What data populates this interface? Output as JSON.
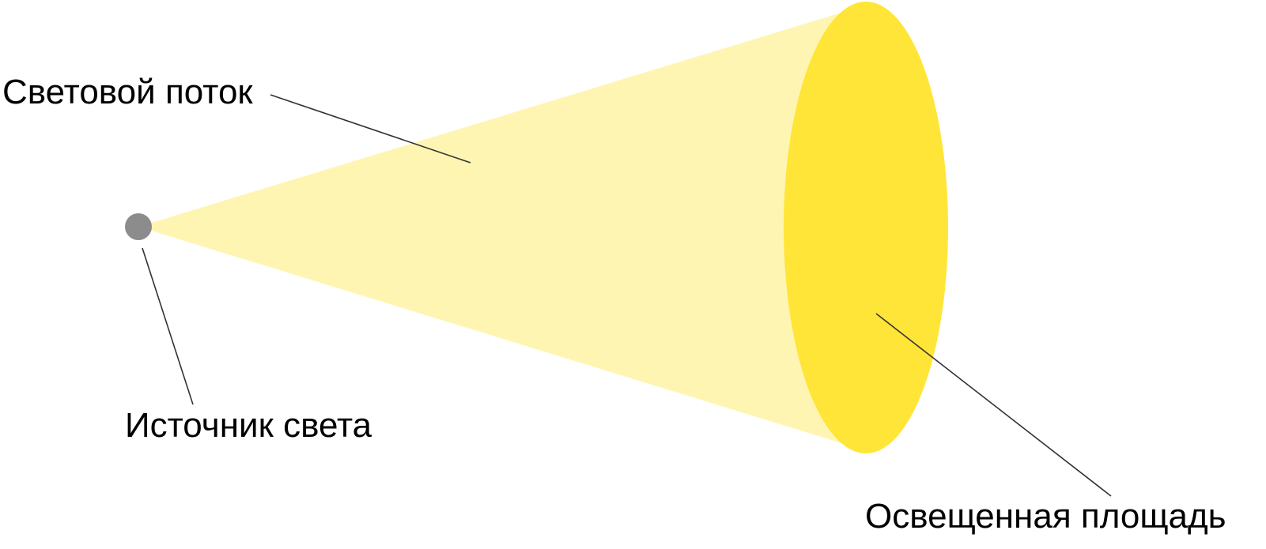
{
  "diagram": {
    "labels": {
      "luminous_flux": "Световой поток",
      "light_source": "Источник света",
      "illuminated_area": "Освещенная площадь"
    },
    "colors": {
      "background": "#ffffff",
      "light_cone": "#fff5b3",
      "illuminated_area": "#ffe537",
      "light_source": "#8c8c8c",
      "leader_line": "#333333",
      "text": "#000000"
    }
  }
}
